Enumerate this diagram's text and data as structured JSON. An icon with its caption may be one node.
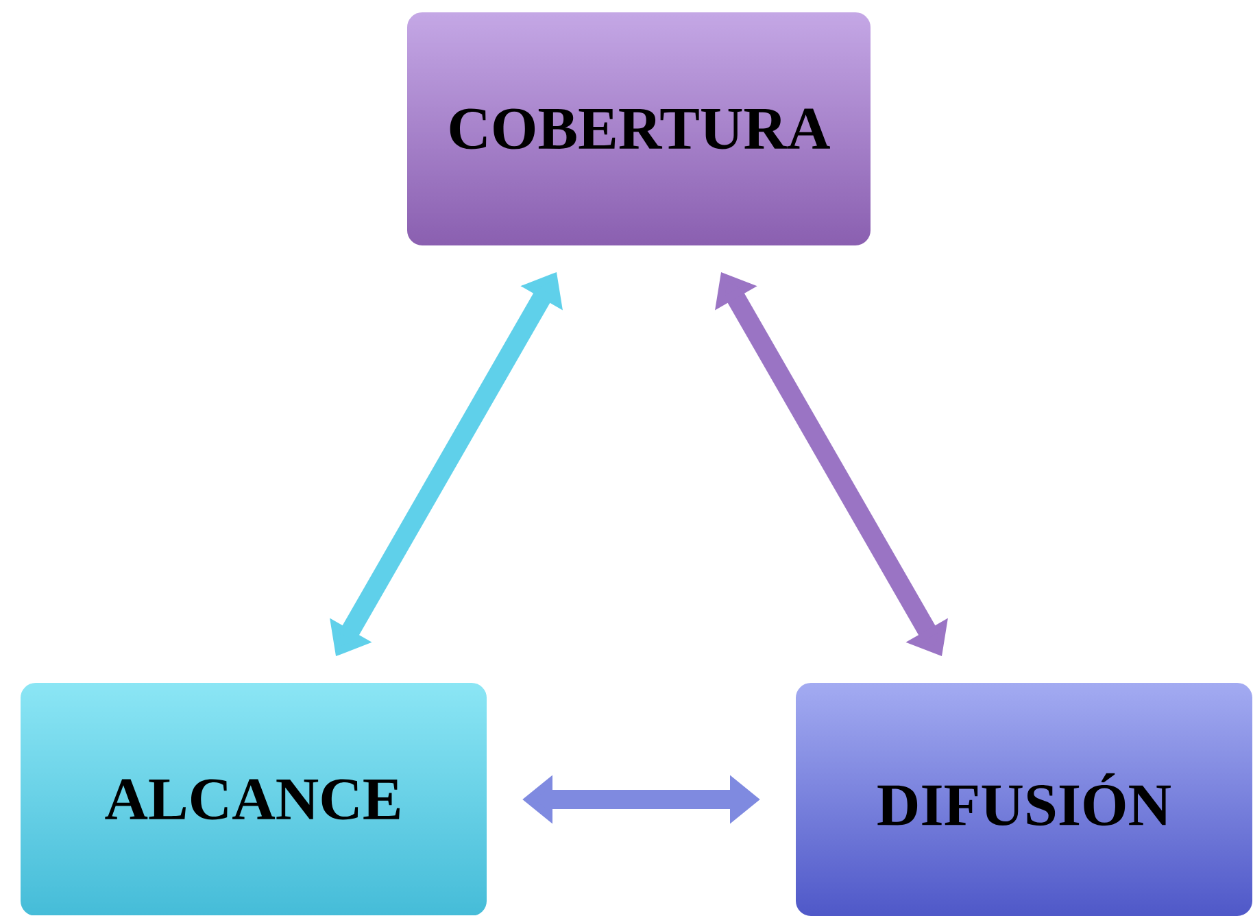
{
  "diagram": {
    "nodes": [
      {
        "text": [
          "COBERTURA"
        ]
      },
      {
        "text": [
          "ALCANCE"
        ]
      },
      {
        "text": [
          "DIFUSIÓN"
        ]
      }
    ],
    "edges": [
      {
        "from": 0,
        "to": 1,
        "arrow": "both",
        "color": "#5fd0ea"
      },
      {
        "from": 0,
        "to": 2,
        "arrow": "both",
        "color": "#9a74c4"
      },
      {
        "from": 1,
        "to": 2,
        "arrow": "both",
        "color": "#7f8ae0"
      }
    ]
  }
}
